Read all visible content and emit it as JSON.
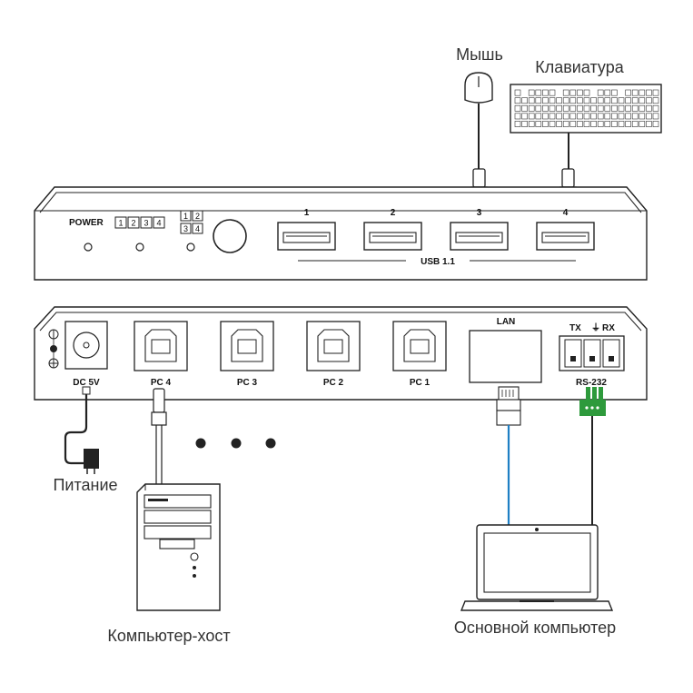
{
  "labels": {
    "mouse": "Мышь",
    "keyboard": "Клавиатура",
    "power_label": "Питание",
    "host_pc": "Компьютер-хост",
    "main_pc": "Основной компьютер"
  },
  "front_panel": {
    "power": "POWER",
    "leds": [
      "1",
      "2",
      "3",
      "4"
    ],
    "ports": [
      "1",
      "2",
      "3",
      "4"
    ],
    "bus": "USB 1.1"
  },
  "rear_panel": {
    "dc": "DC 5V",
    "pc_ports": [
      "PC 4",
      "PC 3",
      "PC 2",
      "PC 1"
    ],
    "lan": "LAN",
    "serial": "RS-232",
    "tx": "TX",
    "rx": "RX"
  },
  "colors": {
    "lan_cable": "#1e7fc4",
    "rs232_connector": "#2e9a3c"
  }
}
